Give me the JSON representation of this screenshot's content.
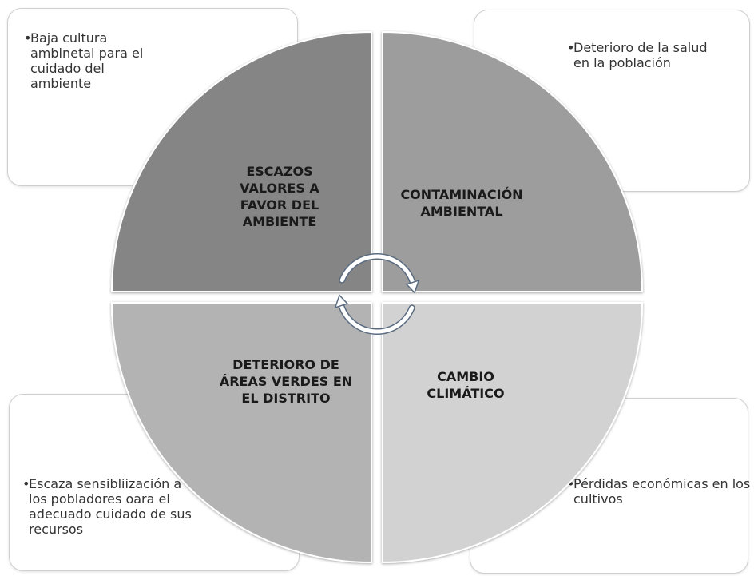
{
  "quadrants": [
    {
      "id": "tl",
      "title": "ESCAZOS\nVALORES A\nFAVOR DEL\nAMBIENTE",
      "fill": "#858585"
    },
    {
      "id": "tr",
      "title": "CONTAMINACIÓN\nAMBIENTAL",
      "fill": "#9d9d9d"
    },
    {
      "id": "bl",
      "title": "DETERIORO DE\nÁREAS VERDES EN\nEL DISTRITO",
      "fill": "#b3b3b3"
    },
    {
      "id": "br",
      "title": "CAMBIO\nCLIMÁTICO",
      "fill": "#d2d2d2"
    }
  ],
  "notes": {
    "tl": "Baja cultura ambinetal para el cuidado del ambiente",
    "tr": "Deterioro de la salud en la población",
    "bl": "Escaza sensibliización a los pobladores oara el adecuado cuidado de sus recursos",
    "br": "Pérdidas económicas en los cultivos"
  },
  "bullet": "•",
  "colors": {
    "box_border": "#cfcfcf",
    "arrow": "#5a6b80",
    "arrow_fill": "#ffffff"
  },
  "icons": {
    "cycle": "circular-arrows-icon"
  }
}
